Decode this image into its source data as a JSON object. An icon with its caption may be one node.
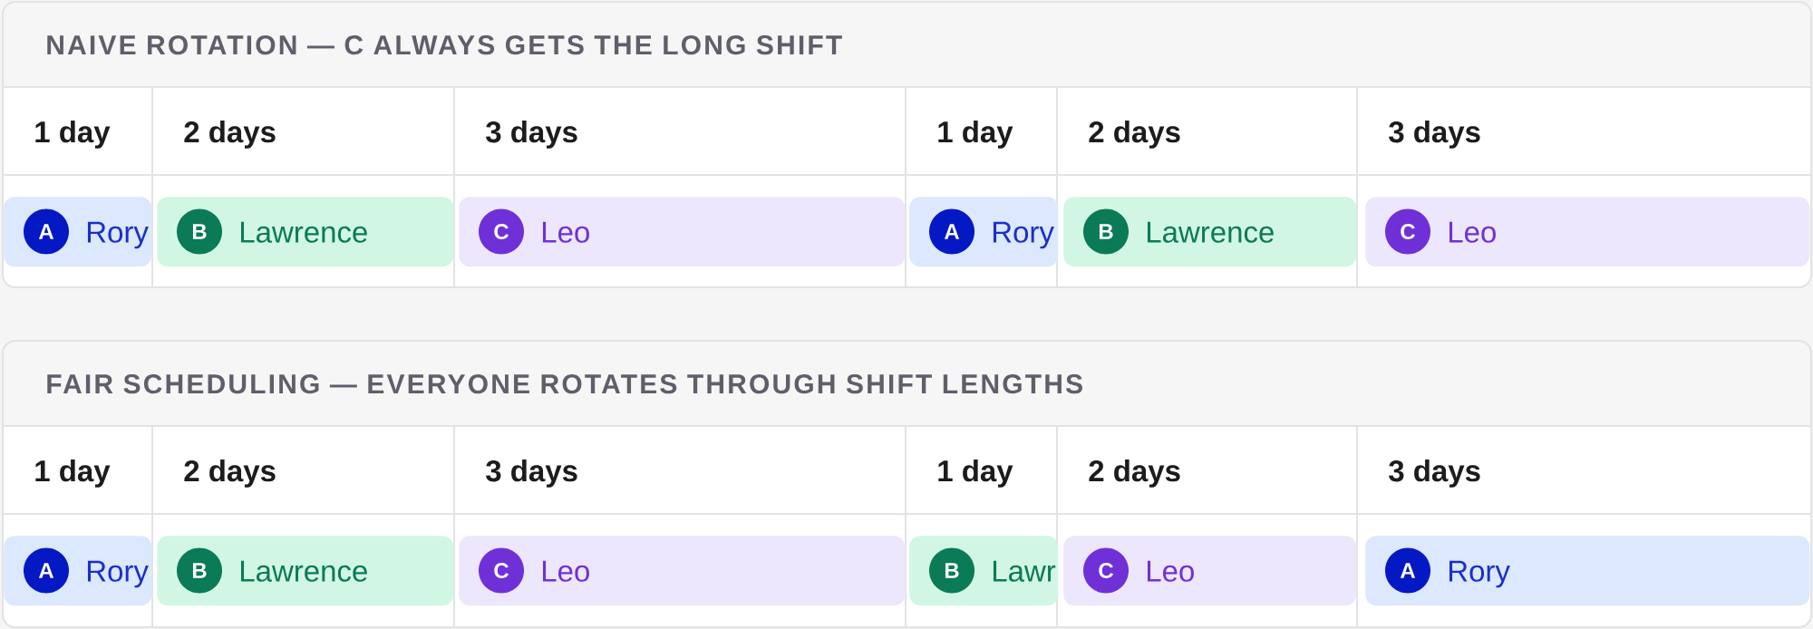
{
  "diagram": {
    "nodes": [
      {
        "text": [
          "NAIVE ROTATION — C ALWAYS GETS THE LONG SHIFT"
        ]
      },
      {
        "text": [
          "1 day"
        ],
        "in": 0
      },
      {
        "text": [
          "2 days"
        ],
        "in": 0
      },
      {
        "text": [
          "3 days"
        ],
        "in": 0
      },
      {
        "text": [
          "1 day"
        ],
        "in": 0
      },
      {
        "text": [
          "2 days"
        ],
        "in": 0
      },
      {
        "text": [
          "3 days"
        ],
        "in": 0
      },
      {
        "text": [
          "Rory"
        ],
        "in": 0
      },
      {
        "text": [
          "A"
        ],
        "in": 7
      },
      {
        "text": [
          "Lawrence"
        ],
        "in": 0
      },
      {
        "text": [
          "B"
        ],
        "in": 9
      },
      {
        "text": [
          "Leo"
        ],
        "in": 0
      },
      {
        "text": [
          "C"
        ],
        "in": 11
      },
      {
        "text": [
          "Rory"
        ],
        "in": 0
      },
      {
        "text": [
          "A"
        ],
        "in": 13
      },
      {
        "text": [
          "Lawrence"
        ],
        "in": 0
      },
      {
        "text": [
          "B"
        ],
        "in": 15
      },
      {
        "text": [
          "Leo"
        ],
        "in": 0
      },
      {
        "text": [
          "C"
        ],
        "in": 17
      },
      {
        "text": [
          "FAIR SCHEDULING — EVERYONE ROTATES THROUGH SHIFT LENGTHS"
        ]
      },
      {
        "text": [
          "1 day"
        ],
        "in": 19
      },
      {
        "text": [
          "2 days"
        ],
        "in": 19
      },
      {
        "text": [
          "3 days"
        ],
        "in": 19
      },
      {
        "text": [
          "1 day"
        ],
        "in": 19
      },
      {
        "text": [
          "2 days"
        ],
        "in": 19
      },
      {
        "text": [
          "3 days"
        ],
        "in": 19
      },
      {
        "text": [
          "Rory"
        ],
        "in": 19
      },
      {
        "text": [
          "A"
        ],
        "in": 26
      },
      {
        "text": [
          "Lawrence"
        ],
        "in": 19
      },
      {
        "text": [
          "B"
        ],
        "in": 28
      },
      {
        "text": [
          "Leo"
        ],
        "in": 19
      },
      {
        "text": [
          "C"
        ],
        "in": 30
      },
      {
        "text": [
          "Lawr"
        ],
        "in": 19
      },
      {
        "text": [
          "B"
        ],
        "in": 32
      },
      {
        "text": [
          "Leo"
        ],
        "in": 19
      },
      {
        "text": [
          "C"
        ],
        "in": 34
      },
      {
        "text": [
          "Rory"
        ],
        "in": 19
      },
      {
        "text": [
          "A"
        ],
        "in": 36
      }
    ]
  }
}
